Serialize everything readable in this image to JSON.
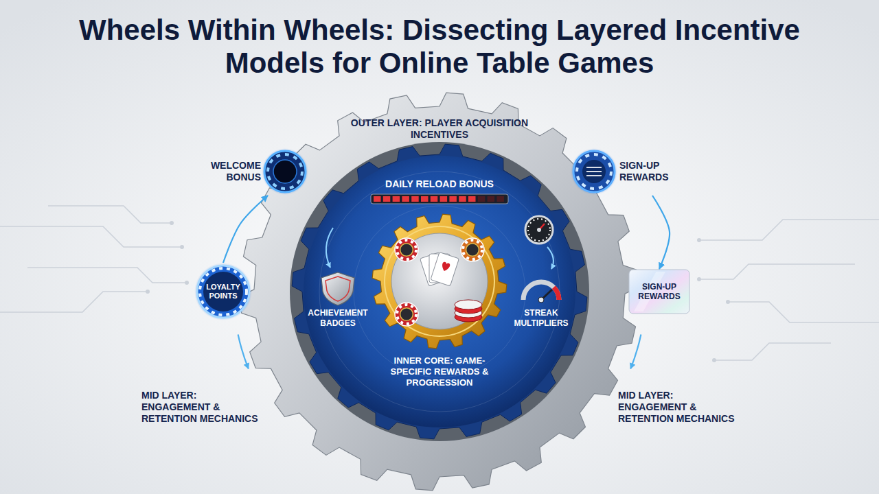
{
  "diagram": {
    "title": "Wheels Within Wheels: Dissecting Layered Incentive Models for Online Table Games",
    "nodes": [
      {
        "text": [
          "OUTER LAYER: PLAYER ACQUISITION INCENTIVES"
        ]
      },
      {
        "text": [
          "DAILY RELOAD BONUS"
        ],
        "in": 0
      },
      {
        "text": [
          "INNER CORE: GAME-SPECIFIC REWARDS & PROGRESSION"
        ],
        "in": 1
      },
      {
        "text": [
          "ACHIEVEMENT BADGES"
        ],
        "in": 1
      },
      {
        "text": [
          "STREAK MULTIPLIERS"
        ],
        "in": 1
      },
      {
        "text": [
          "WELCOME BONUS"
        ]
      },
      {
        "text": [
          "SIGN-UP REWARDS"
        ]
      },
      {
        "text": [
          "LOYALTY POINTS"
        ]
      },
      {
        "text": [
          "SIGN-UP REWARDS"
        ]
      }
    ],
    "edges": [
      {
        "from": 7,
        "to": 5,
        "arrow": "to"
      },
      {
        "from": 6,
        "to": 8,
        "arrow": "to"
      }
    ],
    "labels": [
      "MID LAYER: ENGAGEMENT & RETENTION MECHANICS",
      "MID LAYER: ENGAGEMENT & RETENTION MECHANICS"
    ]
  }
}
